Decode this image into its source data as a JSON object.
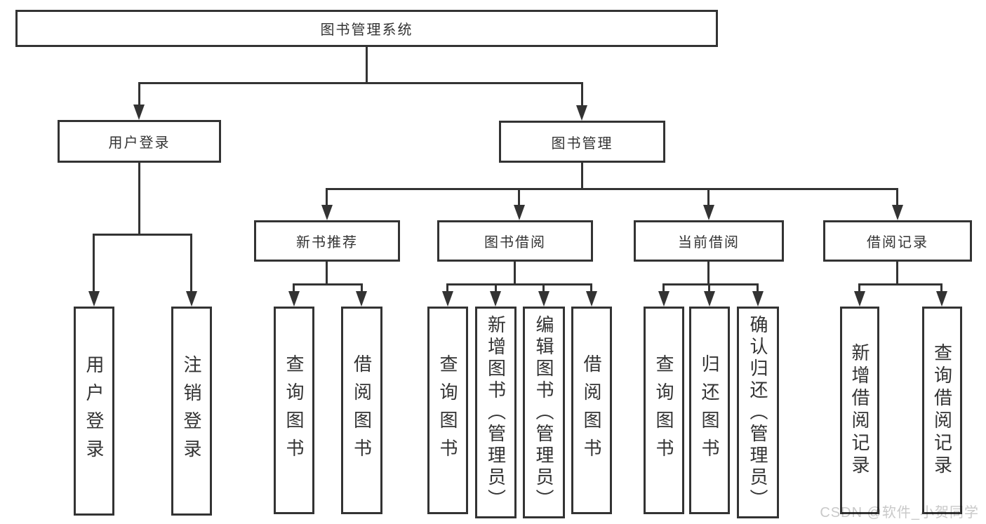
{
  "colors": {
    "line": "#333333",
    "text": "#333333",
    "background": "#ffffff",
    "watermark": "#c9c9c9"
  },
  "nodes": {
    "root": "图书管理系统",
    "user_login": "用户登录",
    "book_management": "图书管理",
    "new_book_recommend": "新书推荐",
    "book_borrowing": "图书借阅",
    "current_borrowing": "当前借阅",
    "borrowing_records": "借阅记录",
    "leaf_user_login": "用户登录",
    "leaf_logout": "注销登录",
    "leaf_recommend_query_books": "查询图书",
    "leaf_recommend_borrow_books": "借阅图书",
    "leaf_borrowing_query_books": "查询图书",
    "leaf_borrowing_add_books": "新增图书（管理员）",
    "leaf_borrowing_edit_books": "编辑图书（管理员）",
    "leaf_borrowing_borrow_books": "借阅图书",
    "leaf_current_query_books": "查询图书",
    "leaf_current_return_books": "归还图书",
    "leaf_current_confirm_return": "确认归还（管理员）",
    "leaf_records_add_record": "新增借阅记录",
    "leaf_records_query_record": "查询借阅记录"
  },
  "watermark": "CSDN @软件_小贺同学"
}
